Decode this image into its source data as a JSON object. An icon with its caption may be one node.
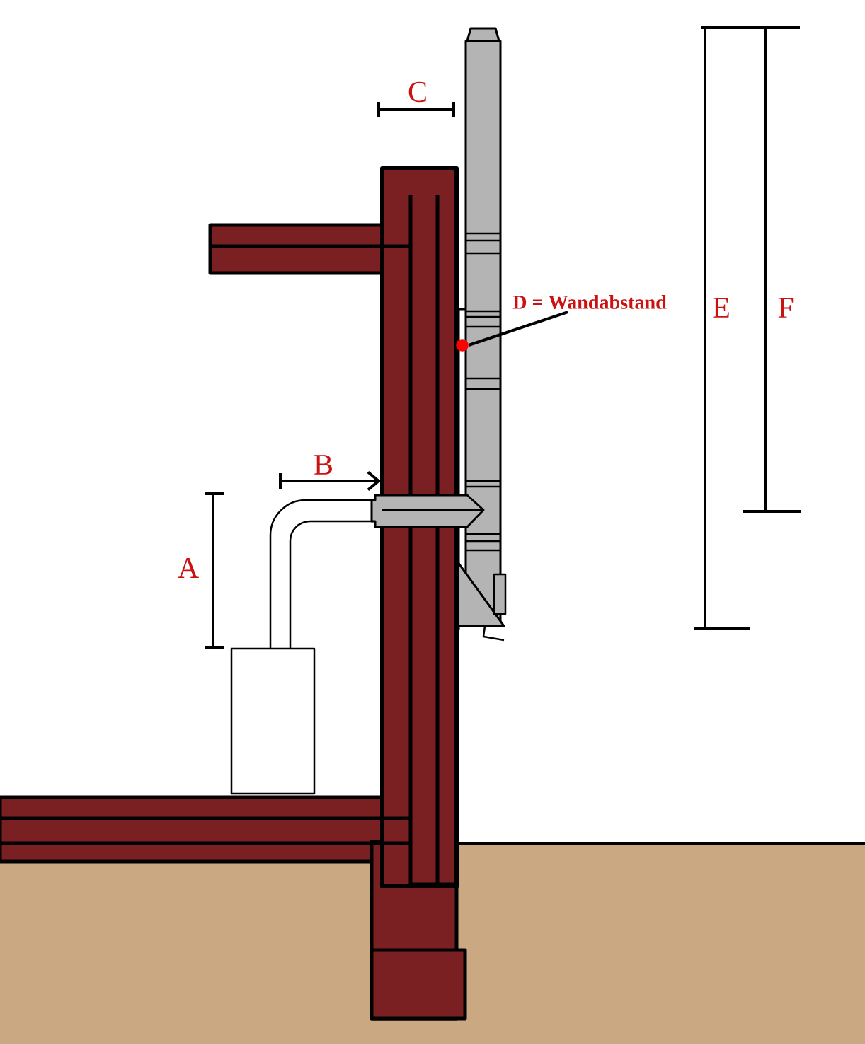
{
  "diagram": {
    "nodes": [
      {
        "text": [
          "D = Wandabstand"
        ]
      },
      {
        "text": [],
        "shape": "circle"
      }
    ],
    "edges": [
      {
        "from": 0,
        "to": 1,
        "arrow": "none"
      }
    ],
    "labels": [
      "C",
      "E",
      "F",
      "B",
      "A"
    ]
  }
}
